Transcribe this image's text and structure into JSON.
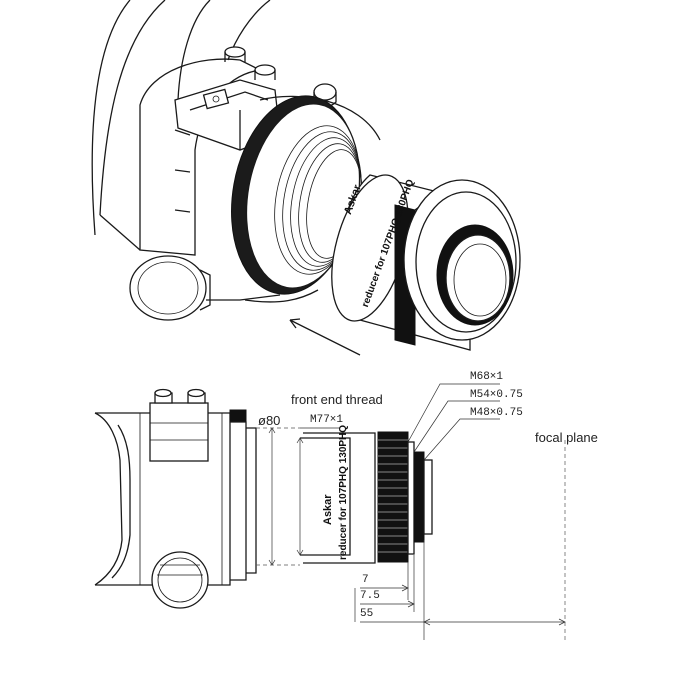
{
  "labels": {
    "front_end_thread": "front end thread",
    "focal_plane": "focal plane",
    "diameter": "ø80",
    "thread_m77": "M77×1",
    "thread_m68": "M68×1",
    "thread_m54": "M54×0.75",
    "thread_m48": "M48×0.75"
  },
  "dimensions": {
    "d1": "7",
    "d2": "7.5",
    "d3": "55"
  },
  "engraving": {
    "brand": "Askar",
    "product_top": "reducer for 107PHQ 130PHQ",
    "product_side": "reducer for 107PHQ 130PHQ"
  }
}
